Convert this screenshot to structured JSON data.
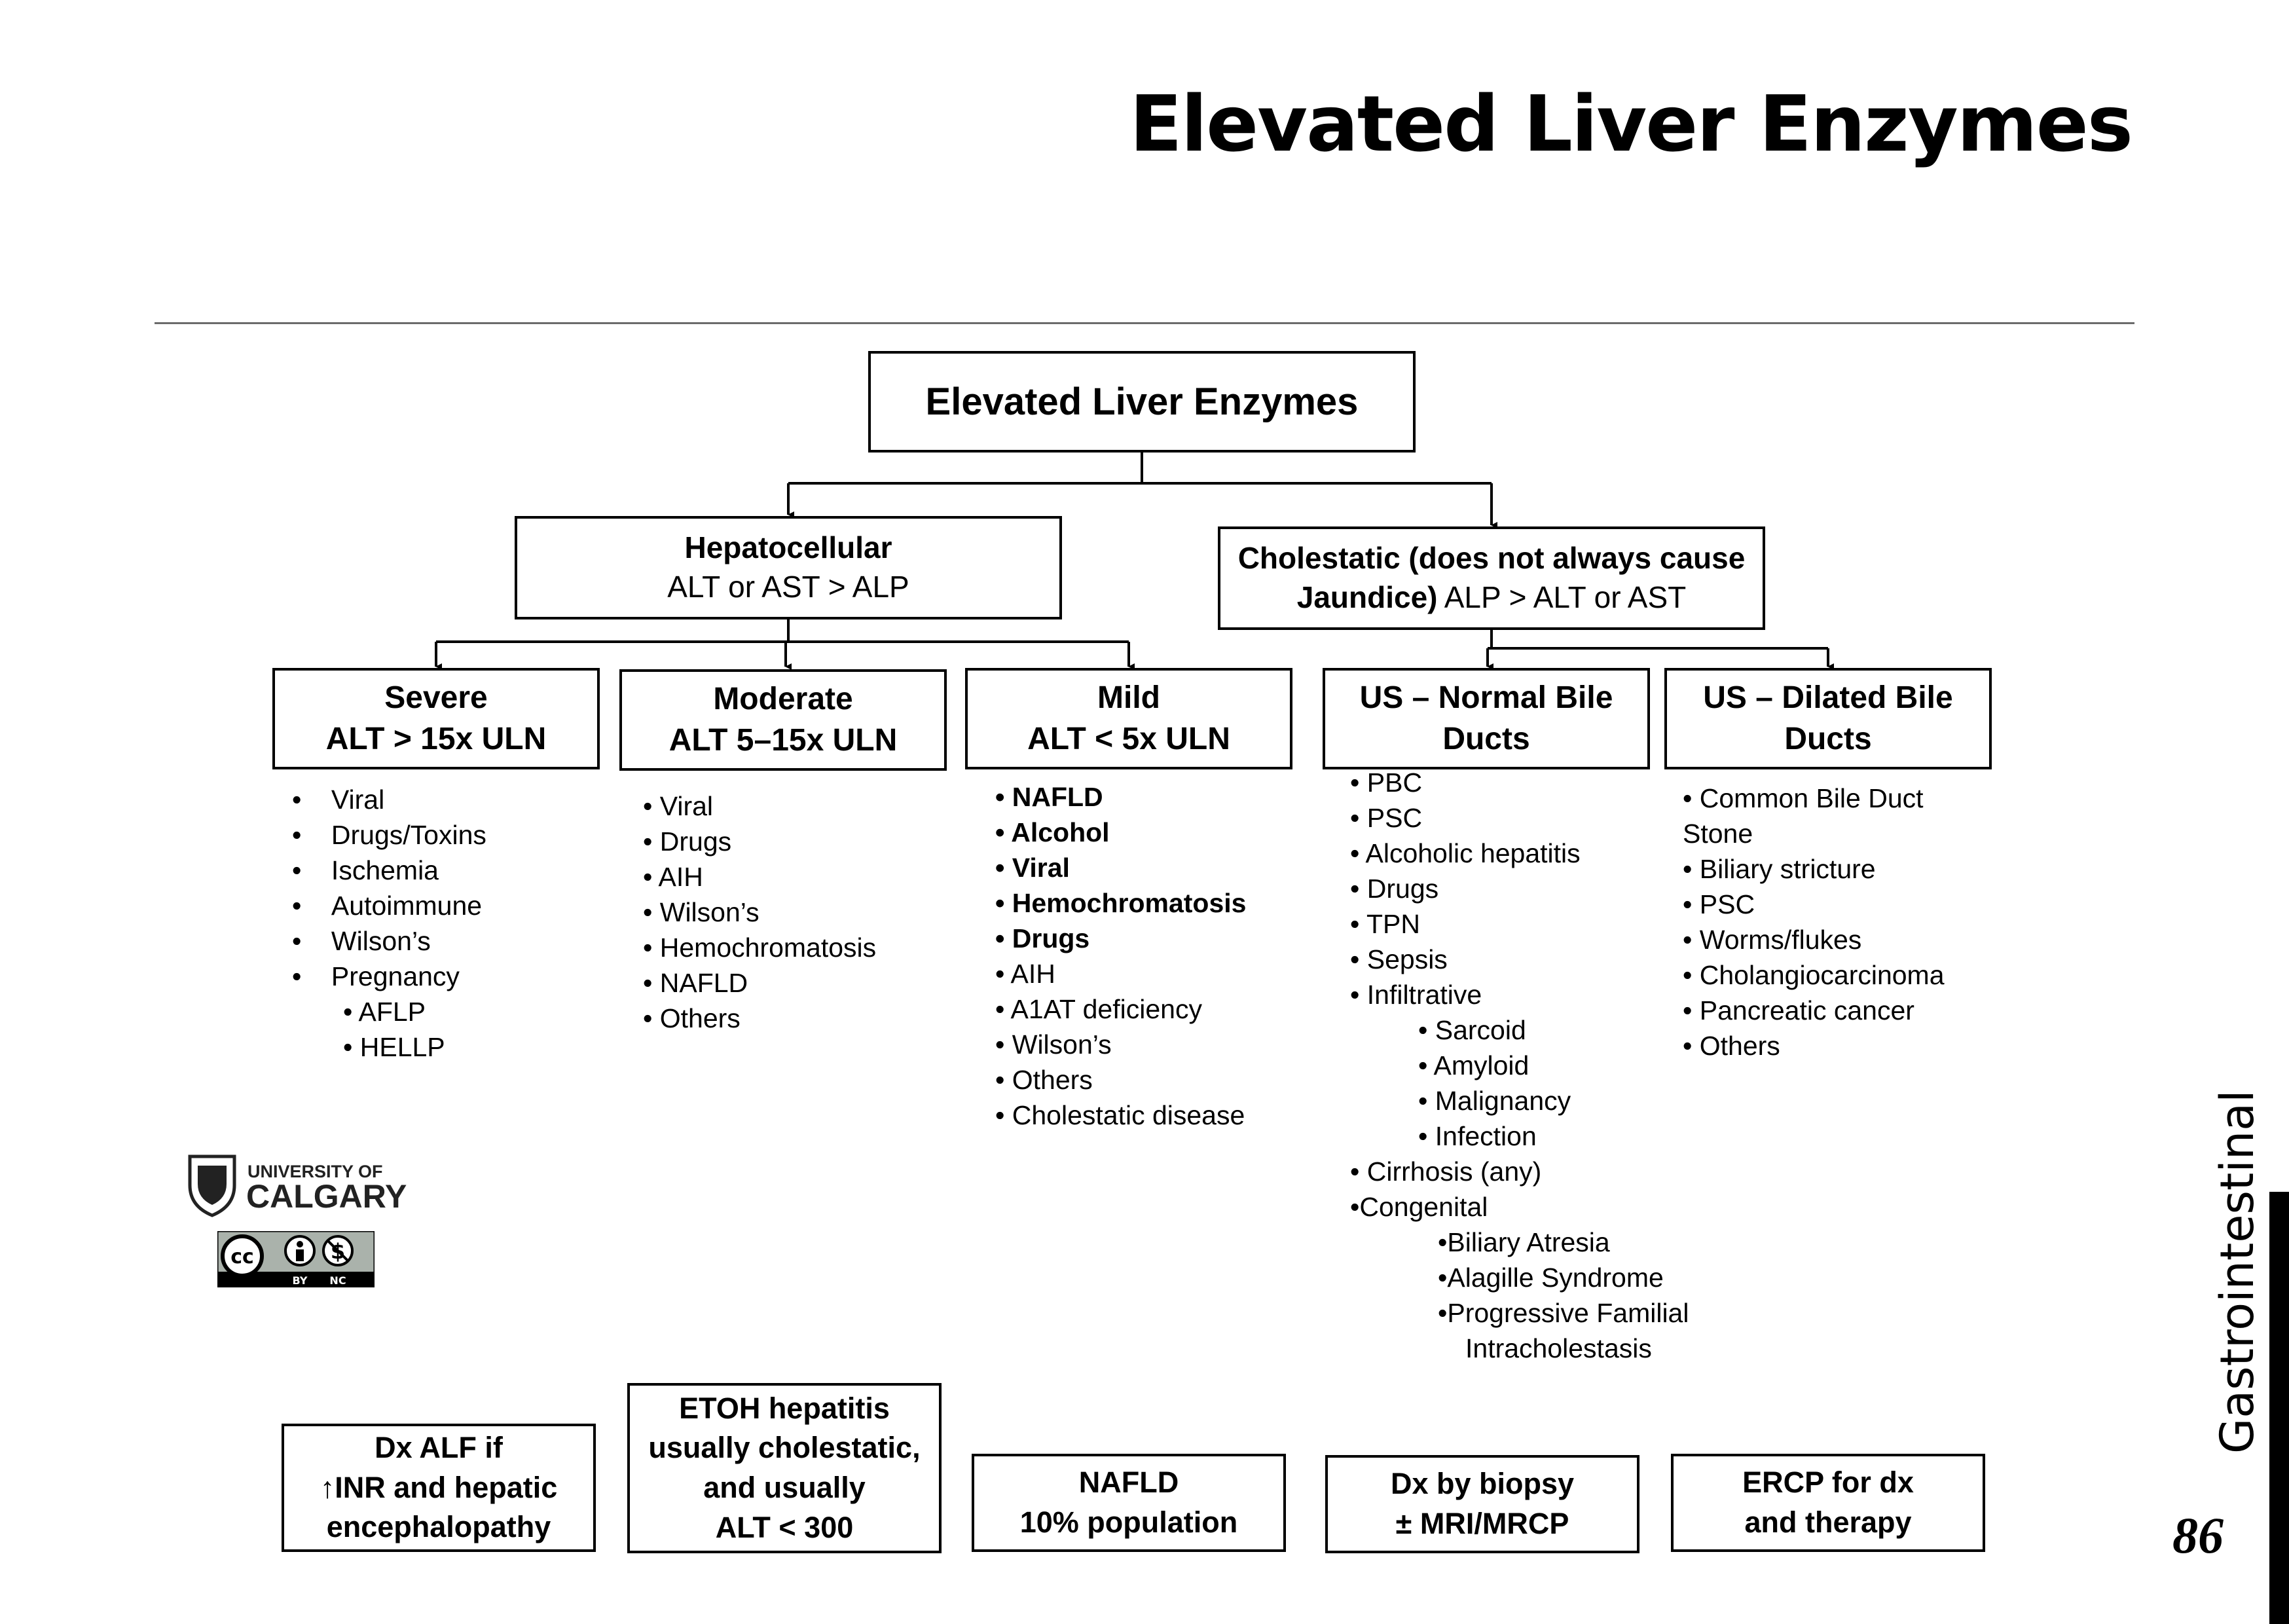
{
  "page": {
    "title": "Elevated Liver Enzymes",
    "section": "Gastrointestinal",
    "page_number": "86"
  },
  "root": "Elevated Liver Enzymes",
  "hepatocellular": {
    "title": "Hepatocellular",
    "criterion": "ALT or AST > ALP"
  },
  "cholestatic": {
    "title_part1": "Cholestatic (does not always cause",
    "title_part2": "Jaundice)",
    "criterion": "ALP > ALT or AST"
  },
  "severe": {
    "line1": "Severe",
    "line2": "ALT > 15x ULN"
  },
  "moderate": {
    "line1": "Moderate",
    "line2": "ALT 5–15x ULN"
  },
  "mild": {
    "line1": "Mild",
    "line2": "ALT < 5x ULN"
  },
  "us_normal": {
    "line1": "US – Normal Bile",
    "line2": "Ducts"
  },
  "us_dilated": {
    "line1": "US – Dilated Bile",
    "line2": "Ducts"
  },
  "severe_list": [
    "Viral",
    "Drugs/Toxins",
    "Ischemia",
    "Autoimmune",
    "Wilson’s",
    "Pregnancy",
    "AFLP",
    "HELLP"
  ],
  "moderate_list": [
    "Viral",
    "Drugs",
    "AIH",
    "Wilson’s",
    "Hemochromatosis",
    "NAFLD",
    "Others"
  ],
  "mild_list": [
    "NAFLD",
    "Alcohol",
    "Viral",
    "Hemochromatosis",
    "Drugs",
    "AIH",
    "A1AT deficiency",
    "Wilson’s",
    "Others",
    "Cholestatic disease"
  ],
  "normal_list": [
    "PBC",
    "PSC",
    "Alcoholic hepatitis",
    "Drugs",
    "TPN",
    "Sepsis",
    "Infiltrative",
    "Sarcoid",
    "Amyloid",
    "Malignancy",
    "Infection",
    "Cirrhosis (any)",
    "Congenital",
    "Biliary Atresia",
    "Alagille Syndrome",
    "Progressive Familial",
    "Intracholestasis"
  ],
  "dilated_list": [
    "Common Bile Duct",
    "Stone",
    "Biliary stricture",
    "PSC",
    "Worms/flukes",
    "Cholangiocarcinoma",
    "Pancreatic cancer",
    "Others"
  ],
  "bottom": {
    "severe": [
      "Dx ALF if",
      "↑INR and hepatic",
      "encephalopathy"
    ],
    "moderate": [
      "ETOH hepatitis",
      "usually cholestatic,",
      "and usually",
      "ALT < 300"
    ],
    "mild": [
      "NAFLD",
      "10% population"
    ],
    "normal": [
      "Dx by biopsy",
      "± MRI/MRCP"
    ],
    "dilated": [
      "ERCP for dx",
      "and therapy"
    ]
  },
  "logo": {
    "line1": "UNIVERSITY OF",
    "line2": "CALGARY"
  },
  "license": {
    "by": "BY",
    "nc": "NC"
  }
}
